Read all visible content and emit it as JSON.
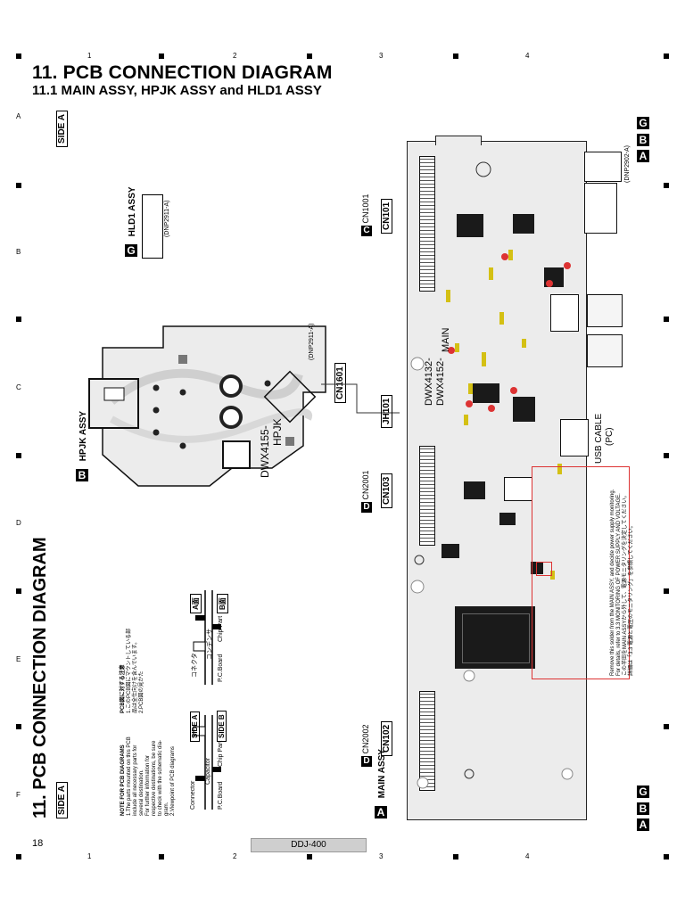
{
  "heading": {
    "title": "11. PCB CONNECTION DIAGRAM",
    "subtitle": "11.1  MAIN ASSY, HPJK ASSY and HLD1 ASSY"
  },
  "frame": {
    "columns": [
      "1",
      "2",
      "3",
      "4"
    ],
    "rows": [
      "A",
      "B",
      "C",
      "D",
      "E",
      "F"
    ]
  },
  "side_labels": {
    "side_a": "SIDE A",
    "side_title": "11. PCB CONNECTION DIAGRAM"
  },
  "hld1": {
    "badge": "G",
    "name": "HLD1 ASSY",
    "part": "(DNP2911-A)"
  },
  "hpjk": {
    "badge": "B",
    "name": "HPJK ASSY",
    "board_model": "DWX4155-",
    "board_name": "HPJK",
    "part": "(DNP2911-A)",
    "connector": "CN1601"
  },
  "main": {
    "badge": "A",
    "name": "MAIN ASSY",
    "board_model": "DWX4152-",
    "board_model2": "DWX4132-",
    "board_name": "MAIN",
    "connectors": [
      {
        "badge": "C",
        "ref": "CN1001",
        "name": "CN101"
      },
      {
        "badge": "D",
        "ref": "CN2001",
        "name": "CN103"
      },
      {
        "badge": "D",
        "ref": "CN2002",
        "name": "CN102"
      }
    ],
    "jh": "JH101",
    "usb_label": "USB CABLE",
    "usb_sub": "(PC)",
    "part": "(DNP2902-A)",
    "corner_badges": [
      "A",
      "B",
      "G"
    ]
  },
  "caution": {
    "line1": "Remove this solder from the MAIN ASSY, and decide power supply monitoring.",
    "line2": "For details, refer to 3.3 MONITORING OF POWER SUPPLY AND VOLTAGE.",
    "line3": "この半田をMAIN ASSYから外して、電源モニタリングを決定してください。",
    "line4": "詳細は「3.3 電源と電圧のモニタリング」を参照してください。"
  },
  "notes": {
    "title_en": "NOTE FOR PCB DIAGRAMS",
    "en_1": "1.The parts mounted on this PCB",
    "en_2": "include all necessary parts for",
    "en_3": "several destination.",
    "en_4": "For further information for",
    "en_5": "respective destinations, be sure",
    "en_6": "to check with the schematic dia-",
    "en_7": "gram.",
    "en_8": "2.Viewpoint of PCB diagrams",
    "title_jp": "PCB図に対する注意",
    "jp_1": "1.このPCB図にマウントしている部",
    "jp_2": "品は全仕向けを含んでいます。",
    "jp_3": "2.PCB図の見かた",
    "connector_en": "Connector",
    "capacitor_en": "Capacitor",
    "side_a": "SIDE A",
    "side_b": "SIDE B",
    "pcboard_en": "P.C.Board",
    "chippart_en": "Chip Part",
    "connector_jp": "コネクタ",
    "capacitor_jp": "コンデンサ",
    "side_a_jp": "A面",
    "side_b_jp": "B面",
    "pcboard_jp": "P.C.Board",
    "chippart_jp": "Chip Part"
  },
  "footer": {
    "page_number": "18",
    "model": "DDJ-400"
  },
  "colors": {
    "pcb_fill": "#ececec",
    "pad_yellow": "#d4c014",
    "caution_border": "#dd3333"
  }
}
